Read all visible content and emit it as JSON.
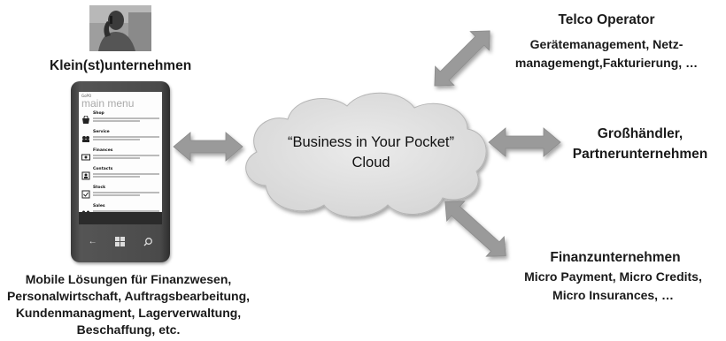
{
  "small_business": {
    "title": "Klein(st)unternehmen",
    "description_lines": [
      "Mobile Lösungen für Finanzwesen,",
      "Personalwirtschaft, Auftragsbearbeitung,",
      "Kundenmanagment,  Lagerverwaltung,",
      "Beschaffung, etc."
    ]
  },
  "cloud": {
    "title": "“Business in Your Pocket”",
    "subtitle": "Cloud"
  },
  "telco": {
    "title": "Telco Operator",
    "description_lines": [
      "Gerätemanagement, Netz-",
      "managemengt,Fakturierung, …"
    ]
  },
  "wholesale": {
    "title_lines": [
      "Großhändler,",
      "Partnerunternehmen"
    ]
  },
  "finance": {
    "title": "Finanzunternehmen",
    "description_lines": [
      "Micro Payment, Micro Credits,",
      "Micro Insurances, …"
    ]
  },
  "phone": {
    "app_name": "GoPO",
    "screen_title": "main menu",
    "menu_items": [
      "Shop",
      "Service",
      "Finances",
      "Contacts",
      "Stock",
      "Sales"
    ]
  },
  "colors": {
    "arrow_fill": "#9a9a9a",
    "cloud_fill": "#e0e0e0",
    "text": "#1a1a1a"
  }
}
